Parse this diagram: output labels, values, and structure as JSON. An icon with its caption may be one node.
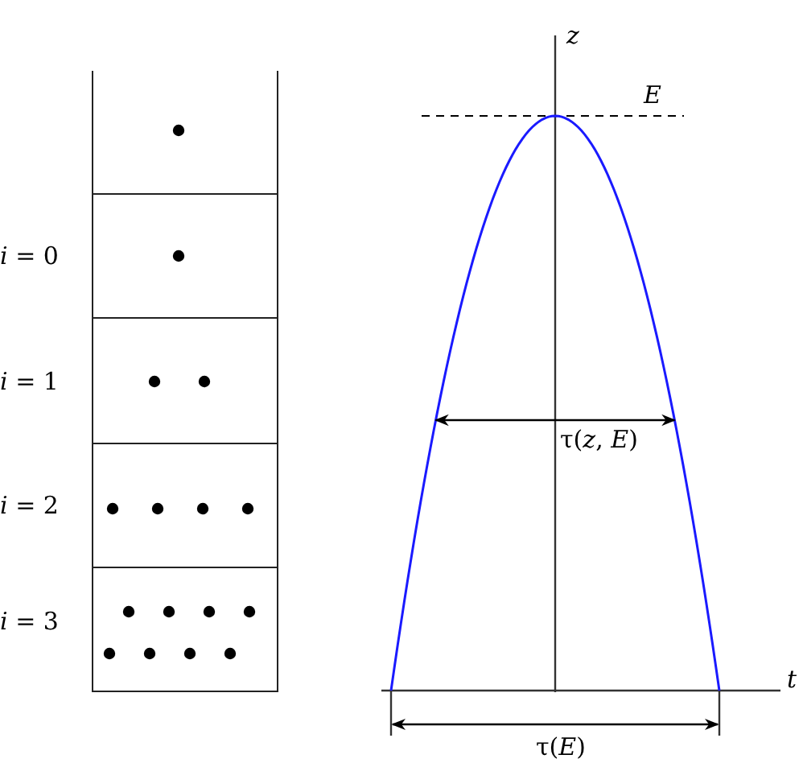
{
  "diagram": {
    "nodes": [
      {
        "text": [],
        "shape": "box"
      },
      {
        "text": [],
        "shape": "box",
        "beside": [
          "*i* = 0"
        ]
      },
      {
        "text": [],
        "shape": "box",
        "beside": [
          "*i* = 1"
        ]
      },
      {
        "text": [],
        "shape": "box",
        "beside": [
          "*i* = 2"
        ]
      },
      {
        "text": [],
        "shape": "box",
        "beside": [
          "*i* = 3"
        ]
      }
    ],
    "labels": [
      "z",
      "E",
      "τ(*z*, *E*)",
      "t",
      "τ(*E*)"
    ]
  }
}
